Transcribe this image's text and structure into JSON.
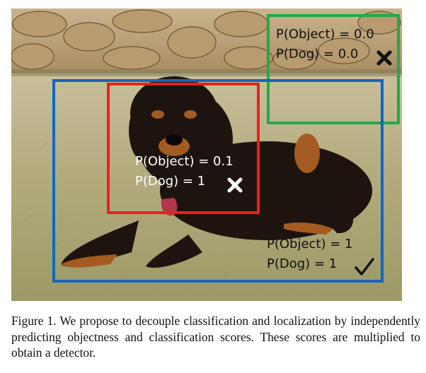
{
  "figure": {
    "detections": [
      {
        "name": "green",
        "color": "#22a94a",
        "objectness": "P(Object) = 0.0",
        "classification": "P(Dog) = 0.0",
        "verdict_icon": "cross-icon"
      },
      {
        "name": "red",
        "color": "#e52222",
        "objectness": "P(Object) = 0.1",
        "classification": "P(Dog) = 1",
        "verdict_icon": "cross-icon"
      },
      {
        "name": "blue",
        "color": "#1565c0",
        "objectness": "P(Object) = 1",
        "classification": "P(Dog) = 1",
        "verdict_icon": "checkmark-icon"
      }
    ]
  },
  "caption": "Figure 1. We propose to decouple classification and localization by independently predicting objectness and classification scores. These scores are multiplied to obtain a detector."
}
